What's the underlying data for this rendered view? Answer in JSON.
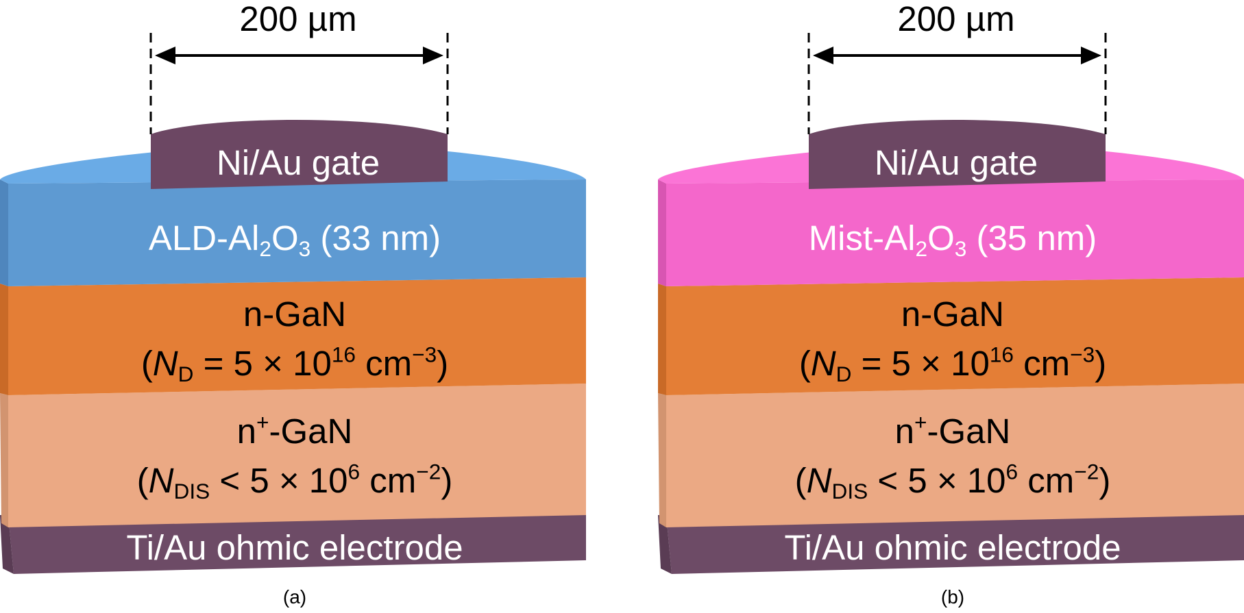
{
  "panels": [
    {
      "id": "a",
      "caption": "(a)",
      "dimension_label": "200 µm",
      "gate_label": "Ni/Au gate",
      "oxide": {
        "prefix": "ALD-Al",
        "sub1": "2",
        "mid": "O",
        "sub2": "3",
        "suffix": " (33 nm)",
        "color": "#5e9ad2",
        "top_color": "#6aabe6",
        "side_color": "#4f86bd"
      },
      "ngan": {
        "line1": "n-GaN",
        "open": "(",
        "sym": "N",
        "sub": "D",
        "eq": " = 5 × 10",
        "exp": "16",
        "unit": " cm",
        "unit_exp": "−3",
        "close": ")",
        "color": "#e47e36",
        "side_color": "#c96a27"
      },
      "nplus_gan": {
        "base": "n",
        "sup": "+",
        "rest": "-GaN",
        "open": "(",
        "sym": "N",
        "sub": "DIS",
        "eq": " < 5 × 10",
        "exp": "6",
        "unit": " cm",
        "unit_exp": "−2",
        "close": ")",
        "color": "#eba984",
        "side_color": "#d29470"
      },
      "ohmic": {
        "label": "Ti/Au ohmic electrode",
        "color": "#6d4b66",
        "side_color": "#5a3c54"
      },
      "gate_color": "#6c4763"
    },
    {
      "id": "b",
      "caption": "(b)",
      "dimension_label": "200 µm",
      "gate_label": "Ni/Au gate",
      "oxide": {
        "prefix": "Mist-Al",
        "sub1": "2",
        "mid": "O",
        "sub2": "3",
        "suffix": " (35 nm)",
        "color": "#f467cb",
        "top_color": "#fb74d6",
        "side_color": "#d855b2"
      },
      "ngan": {
        "line1": "n-GaN",
        "open": "(",
        "sym": "N",
        "sub": "D",
        "eq": " = 5 × 10",
        "exp": "16",
        "unit": " cm",
        "unit_exp": "−3",
        "close": ")",
        "color": "#e47e36",
        "side_color": "#c96a27"
      },
      "nplus_gan": {
        "base": "n",
        "sup": "+",
        "rest": "-GaN",
        "open": "(",
        "sym": "N",
        "sub": "DIS",
        "eq": " < 5 × 10",
        "exp": "6",
        "unit": " cm",
        "unit_exp": "−2",
        "close": ")",
        "color": "#eba984",
        "side_color": "#d29470"
      },
      "ohmic": {
        "label": "Ti/Au ohmic electrode",
        "color": "#6d4b66",
        "side_color": "#5a3c54"
      },
      "gate_color": "#6c4763"
    }
  ]
}
